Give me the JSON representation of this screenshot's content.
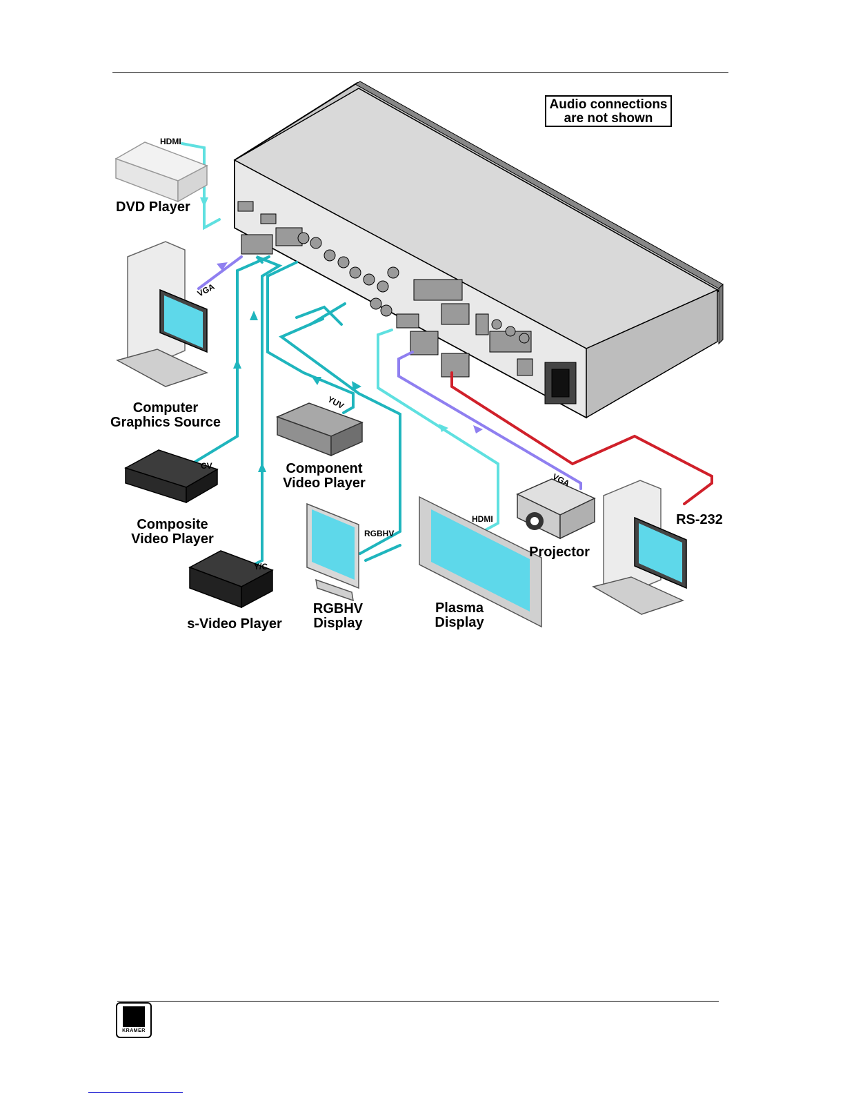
{
  "note": {
    "line1": "Audio connections",
    "line2": "are not shown"
  },
  "devices": {
    "dvd_player": {
      "line1": "DVD  Player"
    },
    "computer_source": {
      "line1": "Computer",
      "line2": "Graphics Source"
    },
    "composite_player": {
      "line1": "Composite",
      "line2": "Video Player"
    },
    "svideo_player": {
      "line1": "s-Video  Player"
    },
    "component_player": {
      "line1": "Component",
      "line2": "Video  Player"
    },
    "rgbhv_display": {
      "line1": "RGBHV",
      "line2": "Display"
    },
    "plasma_display": {
      "line1": "Plasma",
      "line2": "Display"
    },
    "projector": {
      "line1": "Projector"
    },
    "control_pc": {
      "line1": "RS-232"
    }
  },
  "cables": {
    "hdmi_in": "HDMI",
    "vga_in": "VGA",
    "cv": "CV",
    "yc": "Y/C",
    "yuv": "YUV",
    "rgbhv": "RGBHV",
    "hdmi_out": "HDMI",
    "vga_out": "VGA"
  },
  "colors": {
    "video_cable": "#1fb5bd",
    "hdmi_cable": "#5fe0e0",
    "vga_cable": "#8f7ff0",
    "rs232_cable": "#d0202a"
  },
  "logo": {
    "text": "KRAMER"
  }
}
